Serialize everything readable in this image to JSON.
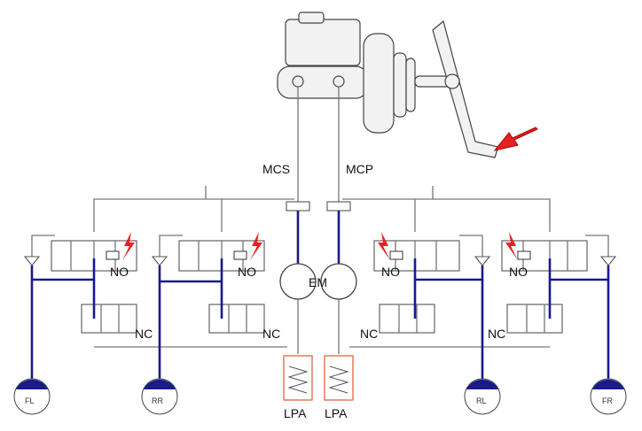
{
  "labels": {
    "master_cylinder_secondary": "MCS",
    "master_cylinder_primary": "MCP",
    "normally_open": "NO",
    "normally_closed": "NC",
    "motor": "EM",
    "low_pressure_accumulator": "LPA"
  },
  "wheels": {
    "front_left": "FL",
    "rear_right": "RR",
    "rear_left": "RL",
    "front_right": "FR"
  },
  "colors": {
    "brake_line": "#1a1a8c",
    "hydraulic_line": "#777777",
    "wheel_fill": "#1a1a8c",
    "solenoid_indicator": "#e52222",
    "pedal_arrow": "#e52222",
    "accumulator": "#e07050"
  }
}
